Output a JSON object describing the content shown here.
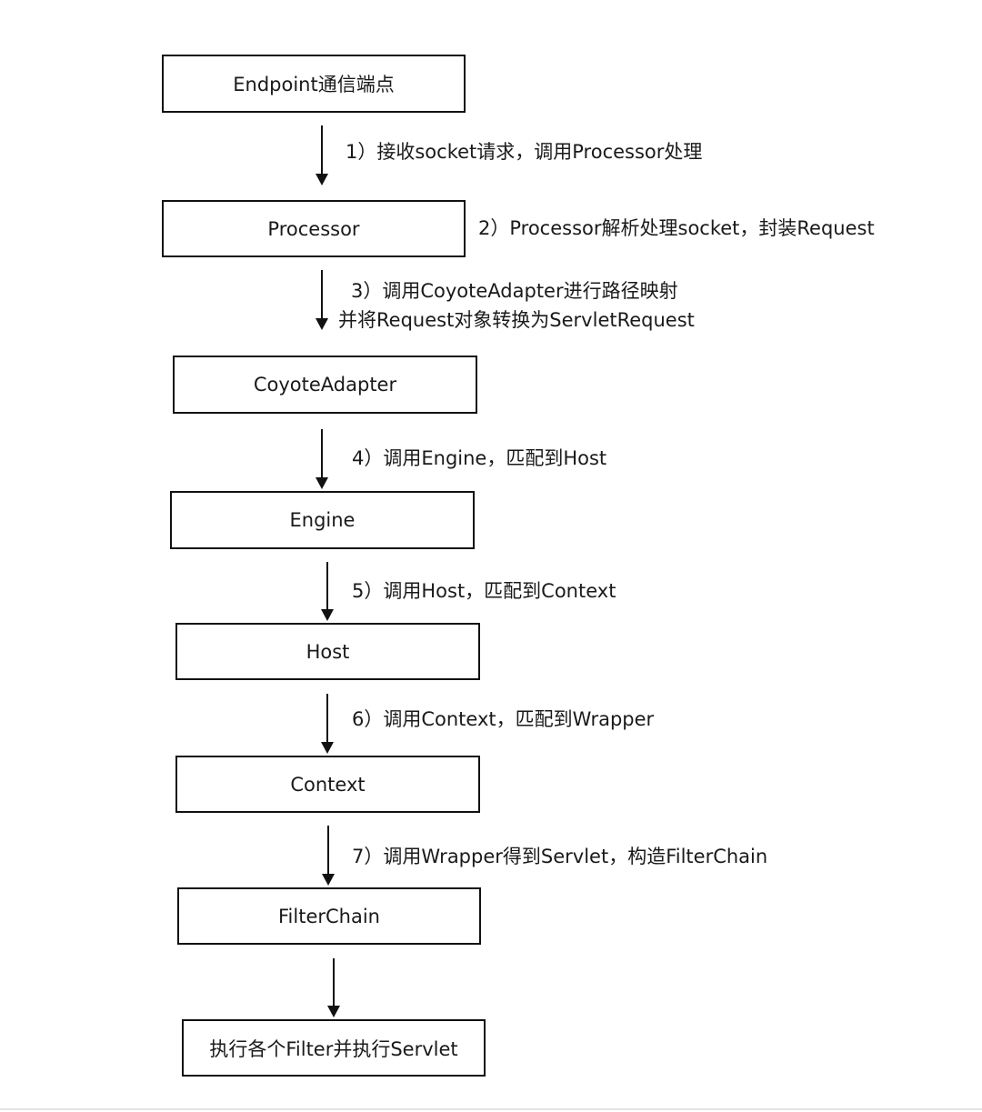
{
  "nodes": {
    "endpoint": "Endpoint通信端点",
    "processor": "Processor",
    "coyote_adapter": "CoyoteAdapter",
    "engine": "Engine",
    "host": "Host",
    "context": "Context",
    "filter_chain": "FilterChain",
    "execute": "执行各个Filter并执行Servlet"
  },
  "steps": {
    "step1": "1）接收socket请求，调用Processor处理",
    "step2": "2）Processor解析处理socket，封装Request",
    "step3_line1": "3）调用CoyoteAdapter进行路径映射",
    "step3_line2": "并将Request对象转换为ServletRequest",
    "step4": "4）调用Engine，匹配到Host",
    "step5": "5）调用Host，匹配到Context",
    "step6": "6）调用Context，匹配到Wrapper",
    "step7": "7）调用Wrapper得到Servlet，构造FilterChain"
  }
}
